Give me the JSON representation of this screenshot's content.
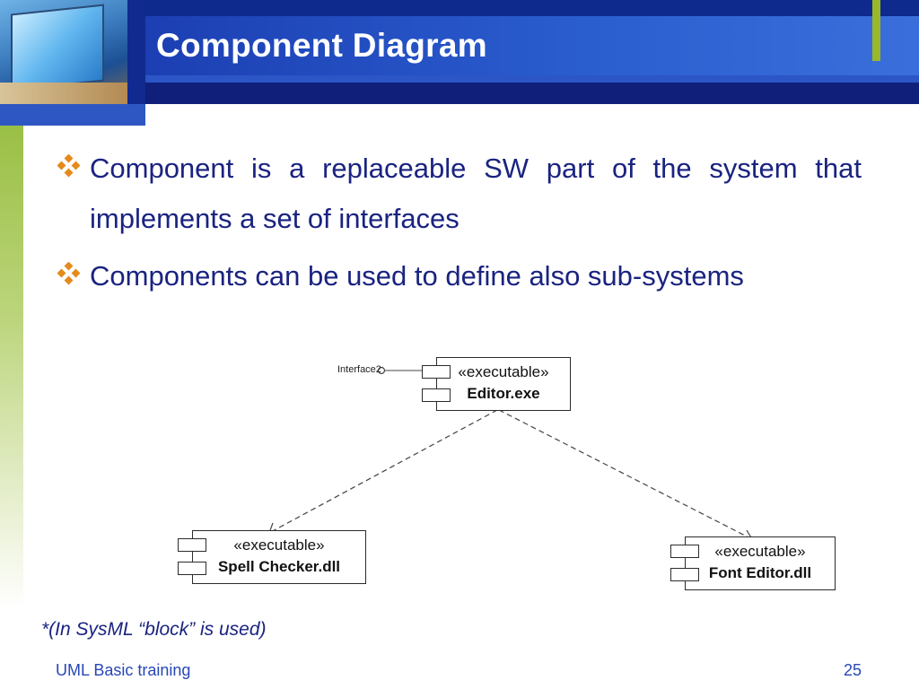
{
  "header": {
    "title": "Component Diagram"
  },
  "bullets": [
    {
      "text": "Component is a replaceable SW part of the system that implements a set of interfaces"
    },
    {
      "text": "Components can be used to define also sub-systems"
    }
  ],
  "diagram": {
    "interface_label": "Interface2",
    "components": [
      {
        "stereotype": "«executable»",
        "name": "Editor.exe"
      },
      {
        "stereotype": "«executable»",
        "name": "Spell Checker.dll"
      },
      {
        "stereotype": "«executable»",
        "name": "Font Editor.dll"
      }
    ]
  },
  "footnote": "*(In SysML “block” is used)",
  "footer": {
    "label": "UML Basic training",
    "page_number": "25"
  },
  "colors": {
    "title_bar": "#102a8f",
    "body_text": "#1a2380",
    "bullet_mark": "#e58a1b",
    "accent_green": "#9ab72c"
  }
}
